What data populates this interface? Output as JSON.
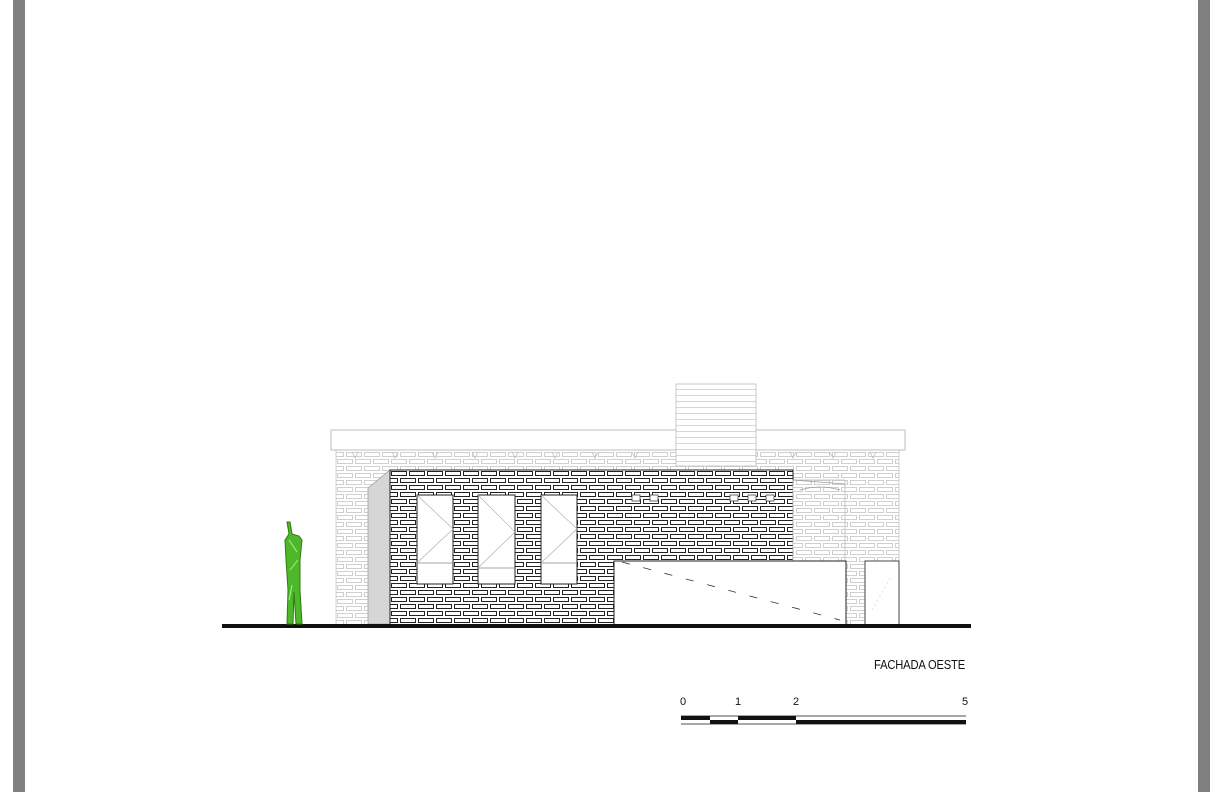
{
  "drawing": {
    "title": "FACHADA OESTE",
    "scale_bar": {
      "ticks": [
        "0",
        "1",
        "2",
        "5"
      ],
      "values": [
        0,
        1,
        2,
        5
      ]
    }
  },
  "colors": {
    "frame": "#808080",
    "page": "#ffffff",
    "line": "#222222",
    "light_line": "#bdbdbd",
    "figure": "#4cb82a"
  }
}
